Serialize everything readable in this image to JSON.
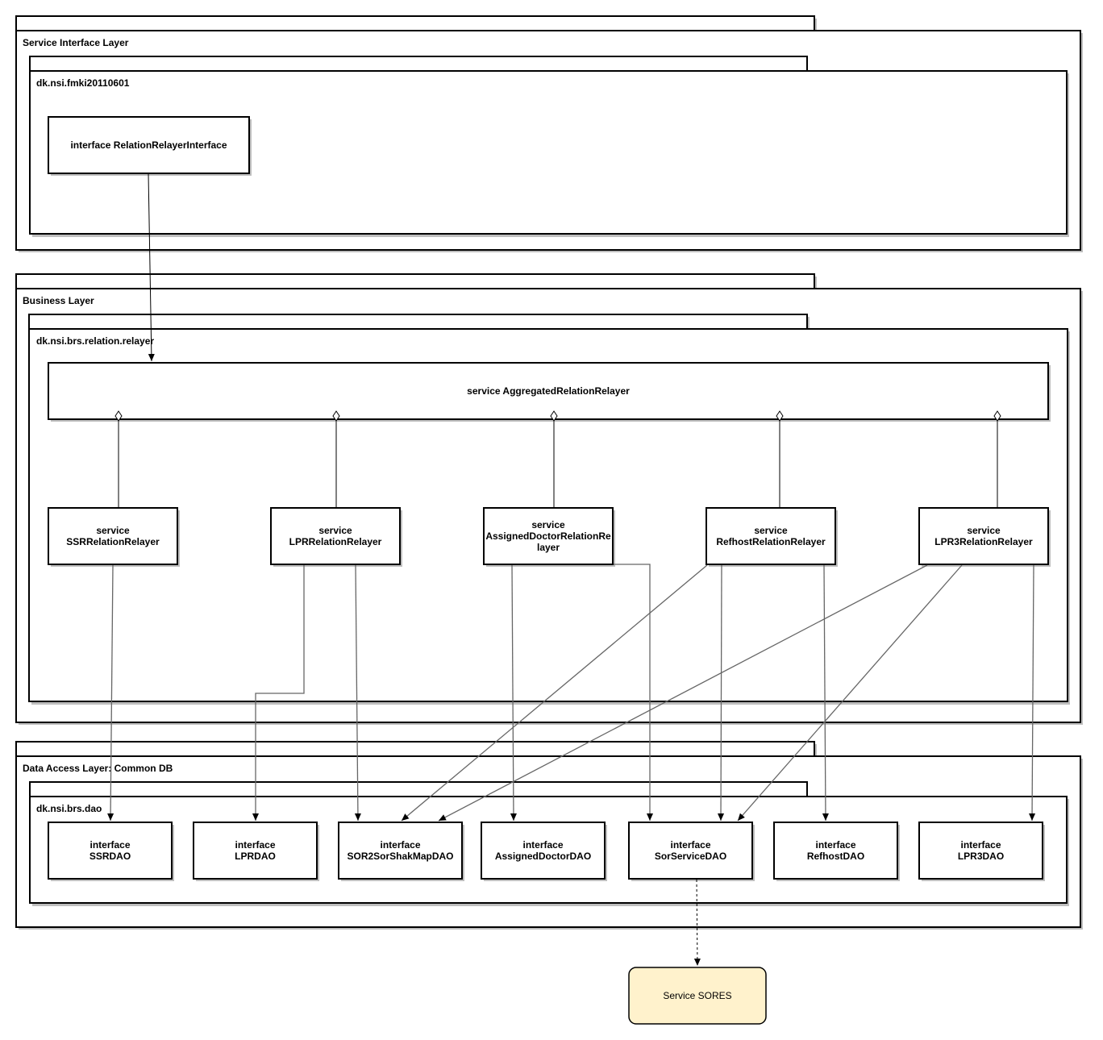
{
  "layers": {
    "service_interface": {
      "label": "Service Interface Layer",
      "package": "dk.nsi.fmki20110601"
    },
    "business": {
      "label": "Business Layer",
      "package": "dk.nsi.brs.relation.relayer"
    },
    "data_access": {
      "label": "Data Access Layer: Common DB",
      "package": "dk.nsi.brs.dao"
    }
  },
  "nodes": {
    "relation_relayer_interface": {
      "lines": [
        "interface RelationRelayerInterface"
      ]
    },
    "aggregated_relayer": {
      "lines": [
        "service AggregatedRelationRelayer"
      ]
    },
    "ssr_relayer": {
      "lines": [
        "service",
        "SSRRelationRelayer"
      ]
    },
    "lpr_relayer": {
      "lines": [
        "service",
        "LPRRelationRelayer"
      ]
    },
    "assigned_doctor_relayer": {
      "lines": [
        "service",
        "AssignedDoctorRelationRe",
        "layer"
      ]
    },
    "refhost_relayer": {
      "lines": [
        "service",
        "RefhostRelationRelayer"
      ]
    },
    "lpr3_relayer": {
      "lines": [
        "service",
        "LPR3RelationRelayer"
      ]
    },
    "ssr_dao": {
      "lines": [
        "interface",
        "SSRDAO"
      ]
    },
    "lpr_dao": {
      "lines": [
        "interface",
        "LPRDAO"
      ]
    },
    "sor2sorshakmap_dao": {
      "lines": [
        "interface",
        "SOR2SorShakMapDAO"
      ]
    },
    "assigned_doctor_dao": {
      "lines": [
        "interface",
        "AssignedDoctorDAO"
      ]
    },
    "sorservice_dao": {
      "lines": [
        "interface",
        "SorServiceDAO"
      ]
    },
    "refhost_dao": {
      "lines": [
        "interface",
        "RefhostDAO"
      ]
    },
    "lpr3_dao": {
      "lines": [
        "interface",
        "LPR3DAO"
      ]
    },
    "service_sores": {
      "lines": [
        "Service SORES"
      ]
    }
  },
  "colors": {
    "sores_fill": "#fff2cc",
    "line": "#000000",
    "grey_line": "#666666"
  }
}
